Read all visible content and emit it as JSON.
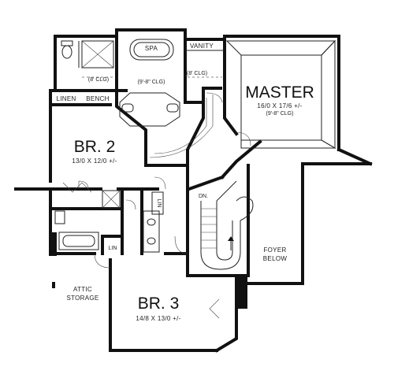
{
  "rooms": {
    "master": {
      "name": "MASTER",
      "dims": "16/0 X 17/6 +/-",
      "ceiling": "(9'-8\" CLG)"
    },
    "br2": {
      "name": "BR. 2",
      "dims": "13/0 X 12/0 +/-"
    },
    "br3": {
      "name": "BR. 3",
      "dims": "14/8 X 13/0 +/-"
    },
    "spa": {
      "name": "SPA"
    },
    "bath_ceiling": "(9'-8\" CLG)",
    "closet_ceiling": "(8' CLG)",
    "vanity_ceiling": "(8' CLG)",
    "vanity": "VANITY",
    "linen": "LINEN",
    "bench": "BENCH",
    "lin_vertical": "LIN",
    "lin_lower": "LIN",
    "stair_dn": "DN.",
    "foyer": {
      "line1": "FOYER",
      "line2": "BELOW"
    },
    "attic": {
      "line1": "ATTIC",
      "line2": "STORAGE"
    }
  }
}
